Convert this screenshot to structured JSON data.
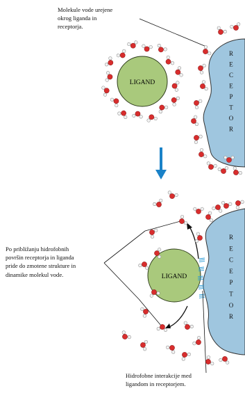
{
  "captions": {
    "water_order": "Molekule vode urejene\nokrog liganda in\nreceptorja.",
    "approach": "Po približanju hidrofobnih\npovršin receptorja in liganda\npride do zmotene strukture in\ndinamike molekul vode.",
    "interactions": "Hidrofobne interakcije med\nligandom in receptorjem."
  },
  "labels": {
    "ligand": "LIGAND",
    "receptor_letters": [
      "R",
      "E",
      "C",
      "E",
      "P",
      "T",
      "O",
      "R"
    ]
  },
  "icons": {
    "process_arrow": "arrow-down-icon",
    "water": "water-molecule-icon"
  },
  "colors": {
    "ligand_fill": "#a9c97c",
    "ligand_stroke": "#2f3d1c",
    "receptor_fill": "#9fc6df",
    "arrow": "#1a82c8",
    "oxygen": "#d82d2d",
    "hydrogen": "#f2f2f2",
    "hydrophobic_mark": "#2a9ad6"
  }
}
